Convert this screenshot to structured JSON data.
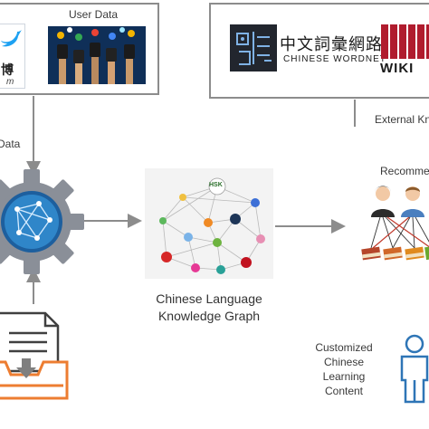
{
  "user_data": {
    "title": "User Data",
    "weibo_char": "博",
    "weibo_suffix": "m"
  },
  "external": {
    "wordnet_chinese": "中文詞彙網路",
    "wordnet_english": "CHINESE WORDNET",
    "wiki_text": "WIKI",
    "edge_label": "External Kn"
  },
  "left_edge_label": "Data",
  "graph": {
    "caption_line1": "Chinese Language",
    "caption_line2": "Knowledge Graph",
    "hub_text": "HSK"
  },
  "recommend": {
    "title": "Recomme"
  },
  "customized": {
    "line1": "Customized",
    "line2": "Chinese",
    "line3": "Learning",
    "line4": "Content"
  },
  "colors": {
    "border": "#8c8c8c",
    "arrow": "#8c8c8c",
    "accent_blue": "#2e75b6",
    "accent_orange": "#ed7d31",
    "gear_gray": "#8a8f98",
    "wordnet_red": "#b01c2e"
  }
}
